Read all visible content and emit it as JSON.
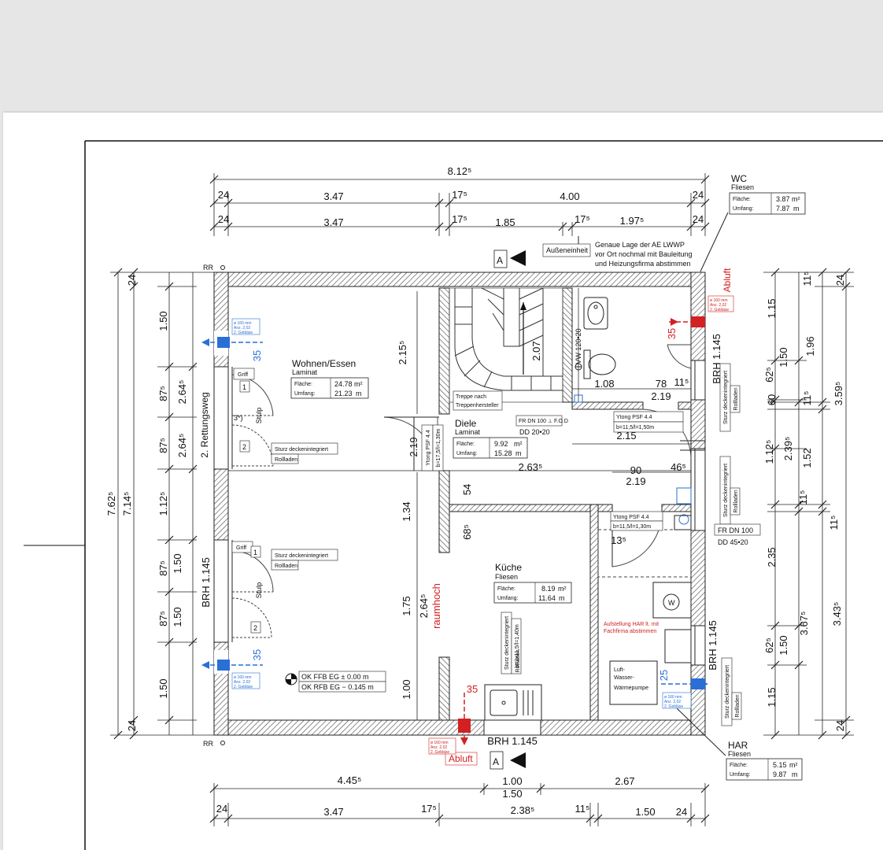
{
  "colors": {
    "wall_hatch": "#555555",
    "supply_air": "#2a6fd6",
    "exhaust_air": "#d32020",
    "background": "#e6e6e6",
    "paper": "#ffffff"
  },
  "dims": {
    "overall_width": "8.12⁵",
    "top1": [
      "24",
      "3.47",
      "17⁵",
      "4.00",
      "24"
    ],
    "top2": [
      "24",
      "3.47",
      "17⁵",
      "1.85",
      "17⁵",
      "1.97⁵",
      "24"
    ],
    "bottom1": [
      "4.45⁵",
      "1.00",
      "1.50",
      "2.67"
    ],
    "bottom2": [
      "24",
      "3.47",
      "17⁵",
      "2.38⁵",
      "11⁵",
      "1.50",
      "24"
    ],
    "left_outer": [
      "7.62⁵",
      "7.14⁵"
    ],
    "left_inner": [
      "24",
      "1.50",
      "87⁵",
      "87⁵",
      "1.12⁵",
      "87⁵",
      "87⁵",
      "1.50",
      "24"
    ],
    "left_openings": [
      "2.64⁵",
      "2.64⁵",
      "1.50",
      "1.50"
    ],
    "right_inner": [
      "1.15",
      "62⁵",
      "60",
      "1.12⁵",
      "11⁵",
      "2.35",
      "62⁵",
      "1.15"
    ],
    "right_mid": [
      "1.50",
      "11⁵",
      "2.39⁵",
      "1.52",
      "11⁵",
      "3.67⁵",
      "1.50"
    ],
    "right_col3": [
      "1.96",
      "3.59⁵",
      "3.43⁵"
    ],
    "right_outer": [
      "24",
      "11⁵",
      "24"
    ],
    "interior": [
      "2.15⁵",
      "2.07",
      "1.08",
      "78",
      "11⁵",
      "2.19",
      "90",
      "2.19",
      "2.15",
      "2.63⁵",
      "90",
      "2.19",
      "46⁵",
      "54",
      "1.34",
      "68⁵",
      "1.75",
      "2.64⁵",
      "1.00",
      "13⁵",
      "35",
      "35",
      "35",
      "25",
      "BRH 1.145",
      "BRH 1.145",
      "BRH 1.145",
      "BRH 1.145"
    ]
  },
  "rooms": {
    "wohnen": {
      "name": "Wohnen/Essen",
      "floor": "Laminat",
      "area_label": "Fläche:",
      "area": "24.78",
      "area_unit": "m²",
      "perim_label": "Umfang:",
      "perim": "21.23",
      "perim_unit": "m"
    },
    "diele": {
      "name": "Diele",
      "floor": "Laminat",
      "area_label": "Fläche:",
      "area": "9.92",
      "area_unit": "m²",
      "perim_label": "Umfang:",
      "perim": "15.28",
      "perim_unit": "m"
    },
    "kueche": {
      "name": "Küche",
      "floor": "Fliesen",
      "area_label": "Fläche:",
      "area": "8.19",
      "area_unit": "m²",
      "perim_label": "Umfang:",
      "perim": "11.64",
      "perim_unit": "m"
    },
    "wc": {
      "name": "WC",
      "floor": "Fliesen",
      "area_label": "Fläche:",
      "area": "3.87",
      "area_unit": "m²",
      "perim_label": "Umfang:",
      "perim": "7.87",
      "perim_unit": "m"
    },
    "har": {
      "name": "HAR",
      "floor": "Fliesen",
      "area_label": "Fläche:",
      "area": "5.15",
      "area_unit": "m²",
      "perim_label": "Umfang:",
      "perim": "9.87",
      "perim_unit": "m"
    }
  },
  "labels": {
    "rettungsweg": "2. Rettungsweg",
    "griff": "Griff",
    "stulp": "Stulp",
    "sash1": "1",
    "sash2": "2",
    "sash3": "3*)",
    "sturz": "Sturz deckenintegriert",
    "rollladen": "Rollladen",
    "treppe": [
      "Treppe nach",
      "Treppenhersteller"
    ],
    "ytong_diele": "Ytong PSF 4.4",
    "ytong_diele_dim": "b=17,5/l=1,30m",
    "ytong_wc": "Ytong PSF 4.4",
    "ytong_wc_dim": "b=11,5/l=1,50m",
    "ytong_har": "Ytong PSF 4.4",
    "ytong_har_dim": "b=11,5/l=1,30m",
    "kueche_sturz": "Sturz deckenintegriert",
    "kueche_sturz_dim": "b=2x11,5/l=1,40m",
    "kueche_rollladen": "Rollladen",
    "fr_dn_top": "FR DN 100 ⊥ F.O.D",
    "dd_top": "DD 20•20",
    "fr_dn_right": "FR DN 100",
    "dd_right": "DD 45•20",
    "vw": "VW 120•20",
    "aussen": "Außeneinheit",
    "aussen_note": [
      "Genaue Lage der AE LWWP",
      "vor Ort nochmal mit Bauleitung",
      "und Heizungsfirma abstimmen"
    ],
    "raumhoch": "raumhoch",
    "abluft_top": "Abluft",
    "abluft_bottom": "Abluft",
    "ok_ffb": "OK FFB EG ± 0.00 m",
    "ok_rfb": "OK RFB EG − 0.145 m",
    "rr": "RR",
    "section_a": "A",
    "washer": "W",
    "luft_wp": [
      "Luft-",
      "Wasser-",
      "Wärmepumpe"
    ],
    "har_note": [
      "Aufstellung HAR lt. mit",
      "Fachfirma abstimmen"
    ],
    "valve_note": [
      "ø 160 mm",
      "Anz. 2,02",
      "2. Gebläse"
    ]
  }
}
